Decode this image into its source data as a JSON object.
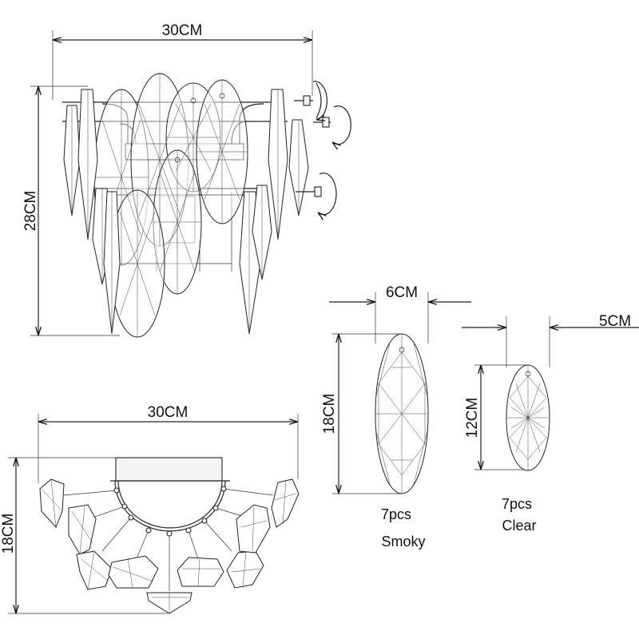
{
  "dimensions": {
    "front_width": "30CM",
    "front_height": "28CM",
    "top_width": "30CM",
    "top_depth": "18CM",
    "smoky_width": "6CM",
    "smoky_height": "18CM",
    "clear_width": "5CM",
    "clear_height": "12CM"
  },
  "crystals": {
    "smoky": {
      "count": "7pcs",
      "type": "Smoky"
    },
    "clear": {
      "count": "7pcs",
      "type": "Clear"
    }
  },
  "icons": [
    "rotation-arrow-icon",
    "mounting-screw-icon"
  ]
}
